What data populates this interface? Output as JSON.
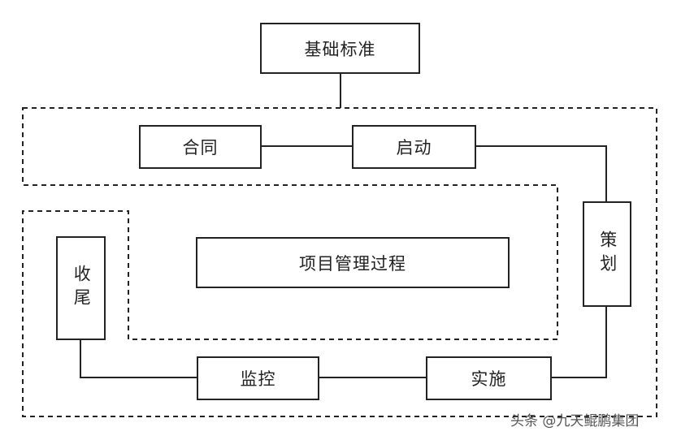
{
  "diagram": {
    "top_box": "基础标准",
    "center_box": "项目管理过程",
    "nodes": {
      "contract": "合同",
      "startup": "启动",
      "planning": "策划",
      "implementation": "实施",
      "monitoring": "监控",
      "closing": "收尾"
    }
  },
  "watermark": "头条 @九天鲲鹏集团",
  "colors": {
    "line": "#222222",
    "background": "#ffffff"
  }
}
